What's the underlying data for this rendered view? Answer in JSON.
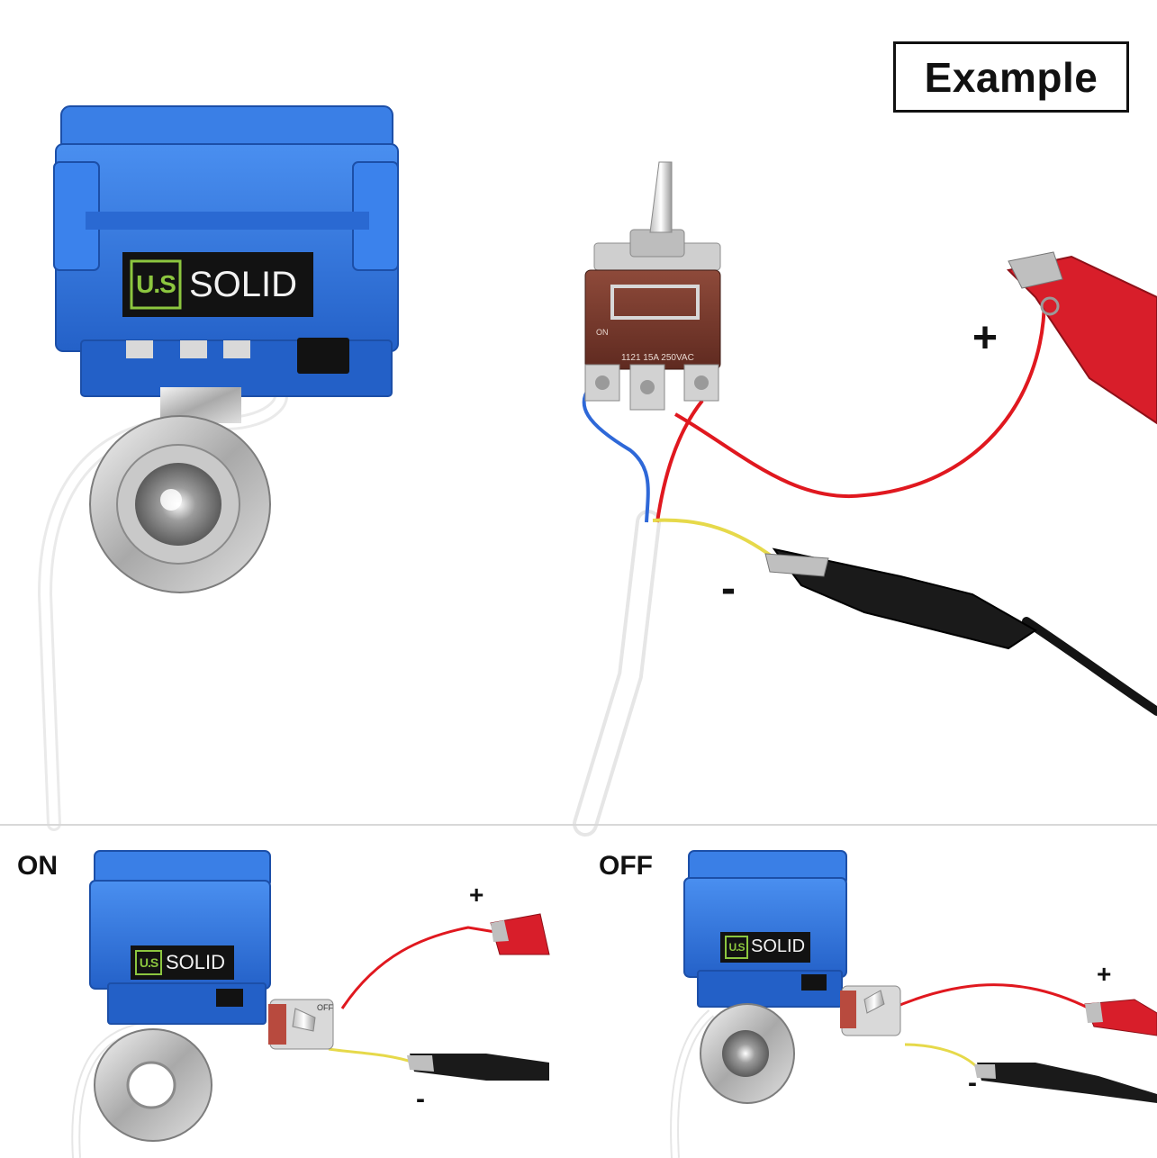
{
  "header": {
    "example_label": "Example"
  },
  "brand": {
    "badge": "U.S",
    "name": "SOLID"
  },
  "main_diagram": {
    "plus_label": "+",
    "minus_label": "-"
  },
  "panels": {
    "on": {
      "label": "ON",
      "plus_label": "+",
      "minus_label": "-"
    },
    "off": {
      "label": "OFF",
      "plus_label": "+",
      "minus_label": "-"
    }
  },
  "switch": {
    "on_marking": "ON",
    "off_marking": "OFF",
    "rating": "1121 15A 250VAC"
  },
  "colors": {
    "valve_blue": "#2f74d8",
    "valve_blue_dark": "#1e55b3",
    "label_green": "#8cc63f",
    "wire_red": "#e0181f",
    "wire_blue": "#2e68d8",
    "wire_yellow": "#e6d94a",
    "clip_red": "#d81e2a",
    "clip_black": "#1a1a1a",
    "switch_brown": "#7b3a2d"
  }
}
